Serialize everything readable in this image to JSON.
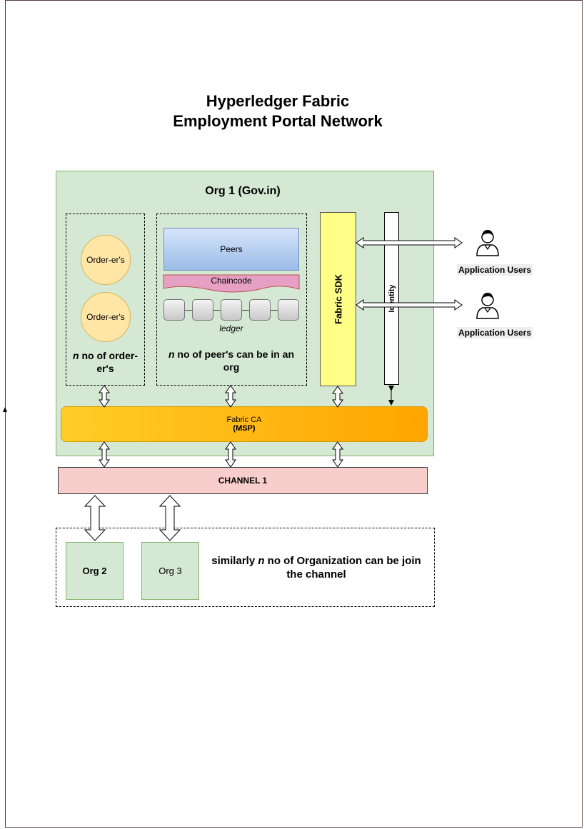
{
  "title": {
    "line1": "Hyperledger Fabric",
    "line2": "Employment Portal Network"
  },
  "org1": {
    "title": "Org 1 (Gov.in)",
    "orderers": {
      "nodes": [
        "Order-er's",
        "Order-er's"
      ],
      "caption_n": "n",
      "caption_rest": " no of order-er's"
    },
    "peers": {
      "peers_label": "Peers",
      "chaincode_label": "Chaincode",
      "ledger_label": "ledger",
      "ledger_blocks": 5,
      "caption_n": "n",
      "caption_rest": " no of peer's can be in an org"
    },
    "fabric_sdk_label": "Fabric SDK",
    "identity_label": "Identity",
    "fabric_ca": {
      "line1": "Fabric CA",
      "line2": "(MSP)"
    }
  },
  "users": [
    {
      "label": "Application Users",
      "icon": "user-icon"
    },
    {
      "label": "Application Users",
      "icon": "user-icon"
    }
  ],
  "channel_label": "CHANNEL 1",
  "other_orgs": {
    "org2": "Org 2",
    "org3": "Org 3",
    "note_before": "similarly ",
    "note_n": "n",
    "note_after": " no of Organization can be join the channel"
  },
  "colors": {
    "org_fill": "#d5e8d4",
    "org_stroke": "#82b366",
    "peers_fill": "#dae8fc",
    "chaincode_fill": "#e6a0c4",
    "sdk_fill": "#ffff88",
    "ca_fill": "#ffb31a",
    "channel_fill": "#f8cecc",
    "orderer_fill": "#ffe6a6"
  }
}
